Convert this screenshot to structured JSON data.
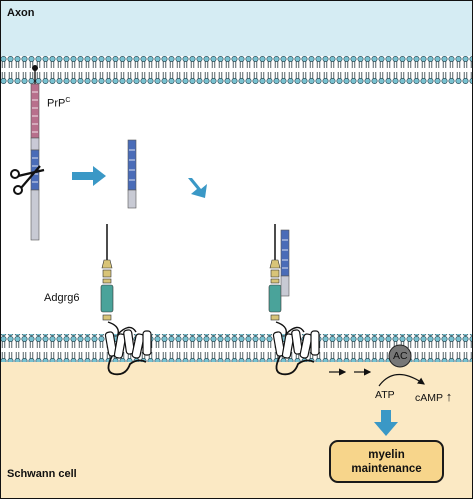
{
  "regions": {
    "axon_label": "Axon",
    "schwann_label": "Schwann cell"
  },
  "molecules": {
    "prion_label": "PrP",
    "prion_superscript": "C",
    "receptor_label": "Adgrg6",
    "enzyme_label": "AC",
    "substrate_label": "ATP",
    "product_label": "cAMP",
    "product_change_symbol": "↑"
  },
  "outcome": {
    "line1": "myelin",
    "line2": "maintenance"
  },
  "colors": {
    "axon_bg": "#d5ecf3",
    "schwann_bg": "#fbe9c4",
    "membrane_band": "#c8e6ee",
    "arrow_blue": "#3a98c6",
    "prion_blue": "#4a6cb8",
    "prion_pink": "#b8708c",
    "receptor_teal": "#4aa39a",
    "receptor_gold": "#d8c478",
    "outcome_fill": "#f7d58b"
  }
}
